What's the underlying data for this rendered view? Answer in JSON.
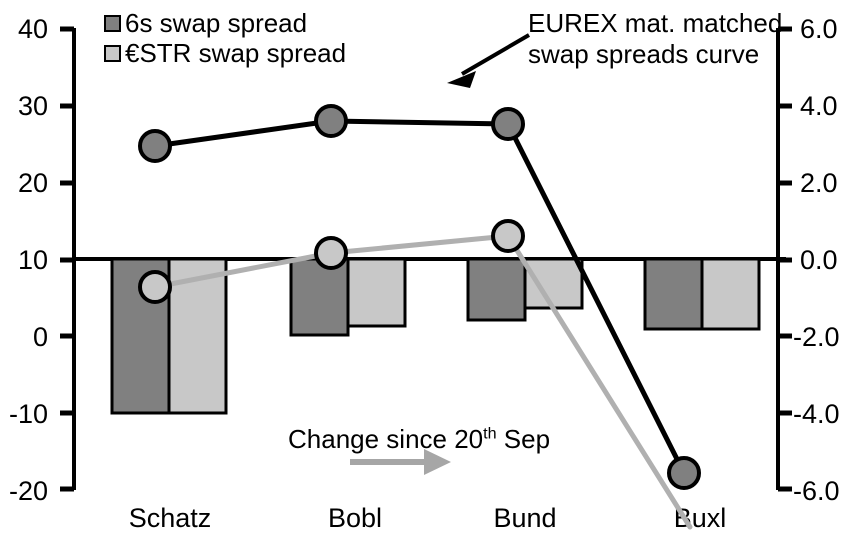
{
  "chart_data": {
    "type": "bar",
    "title": "",
    "subtitle": "",
    "xlabel": "",
    "ylabel": "",
    "categories": [
      "Schatz",
      "Bobl",
      "Bund",
      "Buxl"
    ],
    "left_axis": {
      "ticks": [
        "40",
        "30",
        "20",
        "10",
        "0",
        "-10",
        "-20"
      ],
      "tick_values": [
        40,
        30,
        20,
        10,
        0,
        -10,
        -20
      ],
      "ylim": [
        -20,
        40
      ]
    },
    "right_axis": {
      "ticks": [
        "6.0",
        "4.0",
        "2.0",
        "0.0",
        "-2.0",
        "-4.0",
        "-6.0"
      ],
      "tick_values": [
        6.0,
        4.0,
        2.0,
        0.0,
        -2.0,
        -4.0,
        -6.0
      ],
      "ylim": [
        -6.0,
        6.0
      ]
    },
    "grid": false,
    "legend_position": "top-left",
    "series": [
      {
        "name": "6s swap spread",
        "type": "bar",
        "axis": "right",
        "color": "#808080",
        "values": [
          -4.1,
          -1.9,
          -1.5,
          -1.8
        ]
      },
      {
        "name": "€STR swap spread",
        "type": "bar",
        "axis": "right",
        "color": "#c8c8c8",
        "values": [
          -4.1,
          -1.7,
          -1.2,
          -1.8
        ]
      },
      {
        "name": "EUREX mat. matched swap spreads curve",
        "type": "line",
        "axis": "left",
        "color": "#000000",
        "marker_color": "#808080",
        "values": [
          24.6,
          28.0,
          27.3,
          -18.0
        ]
      },
      {
        "name": "Change since 20th Sep",
        "type": "line",
        "axis": "right",
        "color": "#b0b0b0",
        "marker_color": "#c8c8c8",
        "values": [
          -0.85,
          0.1,
          0.6,
          -6.3
        ]
      }
    ],
    "annotations": [
      {
        "name": "curve-callout",
        "text": "EUREX mat. matched swap spreads curve"
      },
      {
        "name": "change-callout",
        "text": "Change since 20th Sep"
      }
    ]
  },
  "legend": {
    "items": [
      {
        "label": "6s swap spread",
        "swatch": "dark-gray-square",
        "color": "#808080"
      },
      {
        "label": "€STR swap spread",
        "swatch": "light-gray-square",
        "color": "#c8c8c8"
      }
    ]
  },
  "annotations": {
    "curve_line1": "EUREX mat. matched",
    "curve_line2": "swap spreads curve",
    "change_prefix": "Change since 20",
    "change_sup": "th",
    "change_suffix": " Sep"
  },
  "axes": {
    "left_ticks": [
      "40",
      "30",
      "20",
      "10",
      "0",
      "-10",
      "-20"
    ],
    "right_ticks": [
      "6.0",
      "4.0",
      "2.0",
      "0.0",
      "-2.0",
      "-4.0",
      "-6.0"
    ],
    "categories": [
      "Schatz",
      "Bobl",
      "Bund",
      "Buxl"
    ]
  },
  "colors": {
    "bar_dark": "#808080",
    "bar_light": "#c8c8c8",
    "line_black": "#000000",
    "line_gray": "#b0b0b0",
    "axis": "#000000"
  }
}
